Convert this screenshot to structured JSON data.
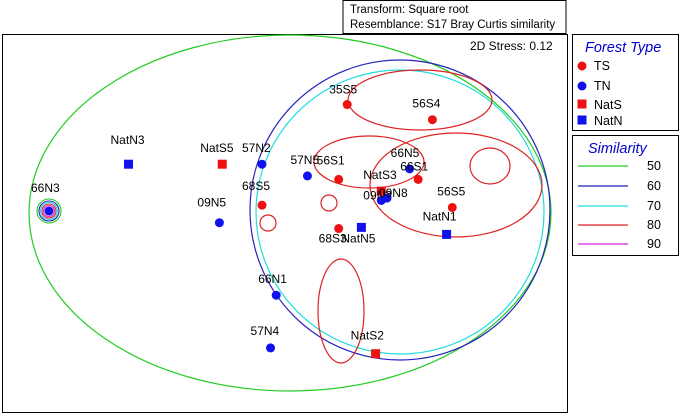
{
  "header": {
    "transform": "Transform: Square root",
    "resemblance": "Resemblance: S17 Bray Curtis similarity"
  },
  "stress": "2D Stress: 0.12",
  "chart_data": {
    "type": "scatter",
    "title": "",
    "xlabel": "",
    "ylabel": "",
    "stress": 0.12,
    "groups": [
      {
        "name": "TS",
        "marker": "circle",
        "color": "#ee1111"
      },
      {
        "name": "TN",
        "marker": "circle",
        "color": "#1111ee"
      },
      {
        "name": "NatS",
        "marker": "square",
        "color": "#ee1111"
      },
      {
        "name": "NatN",
        "marker": "square",
        "color": "#1111ee"
      }
    ],
    "points": [
      {
        "label": "66N3",
        "group": "TN",
        "x": -1.0,
        "y": 0.0
      },
      {
        "label": "NatN3",
        "group": "NatN",
        "x": -0.72,
        "y": 0.4
      },
      {
        "label": "NatS5",
        "group": "NatS",
        "x": -0.39,
        "y": 0.4
      },
      {
        "label": "57N2",
        "group": "TN",
        "x": -0.25,
        "y": 0.4
      },
      {
        "label": "09N5",
        "group": "TN",
        "x": -0.4,
        "y": -0.1
      },
      {
        "label": "68S5",
        "group": "TS",
        "x": -0.25,
        "y": 0.05
      },
      {
        "label": "57N5",
        "group": "TN",
        "x": -0.09,
        "y": 0.3
      },
      {
        "label": "35S5",
        "group": "TS",
        "x": 0.05,
        "y": 0.91
      },
      {
        "label": "56S4",
        "group": "TS",
        "x": 0.35,
        "y": 0.78
      },
      {
        "label": "56S1",
        "group": "TS",
        "x": 0.02,
        "y": 0.27
      },
      {
        "label": "68S3",
        "group": "TS",
        "x": 0.02,
        "y": -0.15
      },
      {
        "label": "NatN5",
        "group": "NatN",
        "x": 0.1,
        "y": -0.14
      },
      {
        "label": "NatS3",
        "group": "NatS",
        "x": 0.17,
        "y": 0.17
      },
      {
        "label": "09N3",
        "group": "TN",
        "x": 0.17,
        "y": 0.09
      },
      {
        "label": "09N8",
        "group": "TN",
        "x": 0.19,
        "y": 0.11
      },
      {
        "label": "66N5",
        "group": "TN",
        "x": 0.27,
        "y": 0.36
      },
      {
        "label": "66S1",
        "group": "TS",
        "x": 0.3,
        "y": 0.27
      },
      {
        "label": "56S5",
        "group": "TS",
        "x": 0.42,
        "y": 0.03
      },
      {
        "label": "NatN1",
        "group": "NatN",
        "x": 0.4,
        "y": -0.2
      },
      {
        "label": "66N1",
        "group": "TN",
        "x": -0.2,
        "y": -0.72
      },
      {
        "label": "57N4",
        "group": "TN",
        "x": -0.22,
        "y": -1.17
      },
      {
        "label": "NatS2",
        "group": "NatS",
        "x": 0.15,
        "y": -1.22
      }
    ],
    "similarity_levels": [
      {
        "value": 50,
        "color": "#22cc22"
      },
      {
        "value": 60,
        "color": "#2222bb"
      },
      {
        "value": 70,
        "color": "#22dddd"
      },
      {
        "value": 80,
        "color": "#dd2222"
      },
      {
        "value": 90,
        "color": "#dd22dd"
      }
    ]
  },
  "legend": {
    "forest_title": "Forest Type",
    "forest_items": [
      "TS",
      "TN",
      "NatS",
      "NatN"
    ],
    "similarity_title": "Similarity",
    "similarity_items": [
      "50",
      "60",
      "70",
      "80",
      "90"
    ]
  }
}
